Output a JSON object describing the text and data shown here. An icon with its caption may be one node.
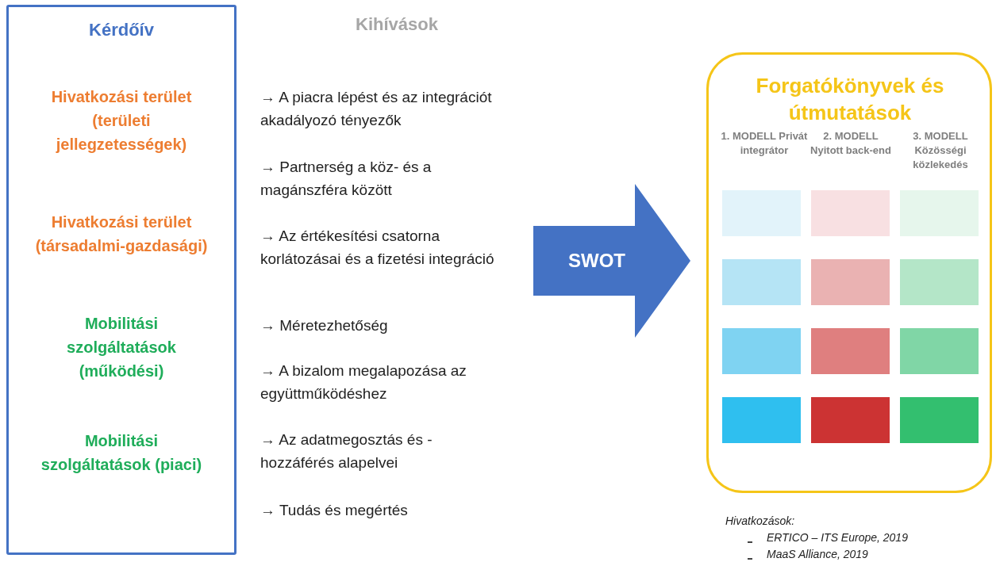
{
  "diagram": {
    "nodes": [
      {
        "text": [
          "Kérdőív",
          "Hivatkozási terület (területi jellegzetességek)",
          "Hivatkozási terület (társadalmi-gazdasági)",
          "Mobilitási szolgáltatások (működési)",
          "Mobilitási szolgáltatások (piaci)"
        ]
      },
      {
        "text": [
          "SWOT"
        ]
      },
      {
        "text": [
          "Forgatókönyvek és útmutatások",
          "1. MODELL Privát integrátor",
          "2. MODELL Nyitott back-end",
          "3. MODELL Közösségi közlekedés"
        ]
      },
      {
        "text": [],
        "shape": "box",
        "in": 2
      },
      {
        "text": [],
        "shape": "box",
        "in": 2
      },
      {
        "text": [],
        "shape": "box",
        "in": 2
      },
      {
        "text": [],
        "shape": "box",
        "in": 2
      },
      {
        "text": [],
        "shape": "box",
        "in": 2
      },
      {
        "text": [],
        "shape": "box",
        "in": 2
      },
      {
        "text": [],
        "shape": "box",
        "in": 2
      },
      {
        "text": [],
        "shape": "box",
        "in": 2
      },
      {
        "text": [],
        "shape": "box",
        "in": 2
      },
      {
        "text": [],
        "shape": "box",
        "in": 2
      },
      {
        "text": [],
        "shape": "box",
        "in": 2
      },
      {
        "text": [],
        "shape": "box",
        "in": 2
      }
    ],
    "labels": [
      "Kihívások",
      "→ A piacra lépést és az integrációt akadályozó tényezők",
      "→ Partnerség a köz- és a magánszféra között",
      "→ Az értékesítési csatorna korlátozásai és a fizetési integráció",
      "→ Méretezhetőség",
      "→ A bizalom megalapozása az együttműködéshez",
      "→ Az adatmegosztás és -hozzáférés alapelvei",
      "→ Tudás és megértés",
      "Hivatkozások:",
      "ERTICO – ITS Europe, 2019",
      "MaaS Alliance, 2019"
    ]
  }
}
